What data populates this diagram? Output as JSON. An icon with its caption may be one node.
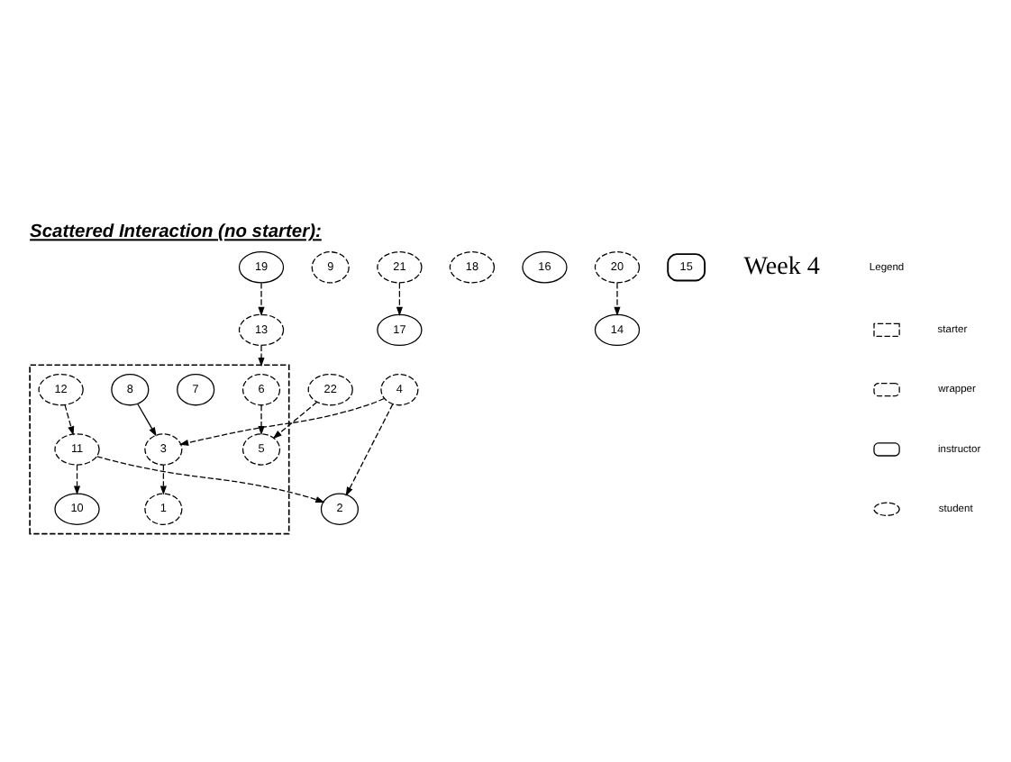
{
  "diagram": {
    "title": "Scattered Interaction (no starter):",
    "nodes": [
      {
        "text": [],
        "shape": "box"
      },
      {
        "text": [
          "6"
        ],
        "in": 0
      },
      {
        "text": [
          "7"
        ],
        "in": 0
      },
      {
        "text": [
          "22"
        ]
      },
      {
        "text": [
          "5"
        ],
        "in": 0
      },
      {
        "text": [
          "1"
        ],
        "in": 0
      },
      {
        "text": [
          "3"
        ],
        "in": 0
      },
      {
        "text": [
          "8"
        ],
        "in": 0
      },
      {
        "text": [
          "12"
        ],
        "in": 0
      },
      {
        "text": [
          "11"
        ],
        "in": 0
      },
      {
        "text": [
          "10"
        ],
        "in": 0
      },
      {
        "text": [
          "9"
        ]
      },
      {
        "text": [
          "17"
        ]
      },
      {
        "text": [
          "2"
        ]
      },
      {
        "text": [
          "4"
        ]
      },
      {
        "text": [
          "21"
        ]
      },
      {
        "text": [
          "18"
        ]
      },
      {
        "text": [
          "13"
        ]
      },
      {
        "text": [
          "16"
        ]
      },
      {
        "text": [
          "19"
        ]
      },
      {
        "text": [
          "14"
        ]
      },
      {
        "text": [
          "15"
        ]
      },
      {
        "text": [
          "20"
        ]
      }
    ],
    "edges": [
      {
        "from": 1,
        "to": 4,
        "arrow": "to",
        "style": "dashed"
      },
      {
        "from": 3,
        "to": 4,
        "arrow": "to",
        "style": "dashed"
      },
      {
        "from": 6,
        "to": 5,
        "arrow": "to",
        "style": "dashed"
      },
      {
        "from": 7,
        "to": 6,
        "arrow": "to"
      },
      {
        "from": 14,
        "to": 6,
        "arrow": "to",
        "style": "dashed"
      },
      {
        "from": 8,
        "to": 9,
        "arrow": "to",
        "style": "dashed"
      },
      {
        "from": 9,
        "to": 10,
        "arrow": "to",
        "style": "dashed"
      },
      {
        "from": 9,
        "to": 13,
        "arrow": "to",
        "style": "dashed"
      },
      {
        "from": 14,
        "to": 13,
        "arrow": "to",
        "style": "dashed"
      },
      {
        "from": 17,
        "to": 0,
        "arrow": "to",
        "style": "dashed"
      },
      {
        "from": 19,
        "to": 17,
        "arrow": "to",
        "style": "dashed"
      },
      {
        "from": 15,
        "to": 12,
        "arrow": "to",
        "style": "dashed"
      },
      {
        "from": 22,
        "to": 20,
        "arrow": "to",
        "style": "dashed"
      }
    ],
    "labels": [
      "Week 4",
      "Legend"
    ],
    "legend": [
      {
        "text": "starter"
      },
      {
        "text": "wrapper"
      },
      {
        "text": "instructor"
      },
      {
        "text": "student"
      }
    ]
  }
}
